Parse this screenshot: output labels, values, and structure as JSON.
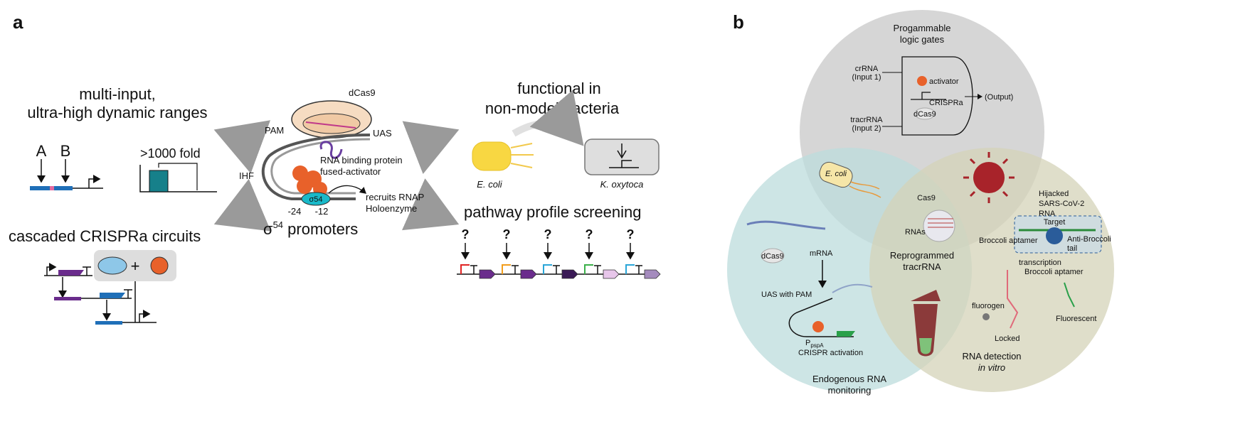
{
  "panel_a": {
    "label": "a",
    "left_top": {
      "title_line1": "multi-input,",
      "title_line2": "ultra-high dynamic ranges",
      "input_a": "A",
      "input_b": "B",
      "fold": ">1000 fold"
    },
    "left_bottom": {
      "title": "cascaded CRISPRa circuits",
      "plus": "+"
    },
    "center": {
      "dcas9": "dCas9",
      "pam": "PAM",
      "uas": "UAS",
      "ihf": "IHF",
      "rbp_line1": "RNA binding protein",
      "rbp_line2": "fused-activator",
      "sigma": "σ54",
      "recruits_line1": "recruits RNAP",
      "recruits_line2": "Holoenzyme",
      "minus24": "-24",
      "minus12": "-12",
      "promoters_sigma": "σ",
      "promoters_sup": "54",
      "promoters_text": " promoters"
    },
    "right_top": {
      "title_line1": "functional in",
      "title_line2": "non-model bacteria",
      "ecoli": "E. coli",
      "koxytoca": "K. oxytoca"
    },
    "right_bottom": {
      "title": "pathway profile screening",
      "question": "?",
      "promoter_colors": [
        "#e02424",
        "#f29d1c",
        "#2aa6d8",
        "#3bb04a",
        "#2aa6d8"
      ],
      "gene_colors": [
        "#6a2c8c",
        "#6a2c8c",
        "#3a1a55",
        "#e7c6ea",
        "#a48bbd"
      ]
    }
  },
  "panel_b": {
    "label": "b",
    "top_circle": {
      "title_line1": "Progammable",
      "title_line2": "logic gates",
      "crrna_line1": "crRNA",
      "crrna_line2": "(Input 1)",
      "tracrrna_line1": "tracrRNA",
      "tracrrna_line2": "(Input 2)",
      "activator": "activator",
      "crispra": "CRISPRa",
      "output": "(Output)",
      "dcas9": "dCas9"
    },
    "left_circle": {
      "ecoli": "E. coli",
      "dcas9": "dCas9",
      "mrna": "mRNA",
      "uas_pam": "UAS with PAM",
      "ppspa_p": "P",
      "ppspa_sub": "pspA",
      "crispr_activation": "CRISPR activation",
      "title_line1": "Endogenous RNA",
      "title_line2": "monitoring"
    },
    "center": {
      "cas9": "Cas9",
      "rnas": "RNAs",
      "reprogrammed_line1": "Reprogrammed",
      "reprogrammed_line2": "tracrRNA"
    },
    "right_circle": {
      "hijacked_line1": "Hijacked",
      "hijacked_line2": "SARS-CoV-2",
      "hijacked_line3": "RNA",
      "target": "Target",
      "broccoli_aptamer": "Broccoli aptamer",
      "anti_line1": "Anti-Broccoli",
      "anti_line2": "tail",
      "transcription": "transcription",
      "broccoli_aptamer2": "Broccoli aptamer",
      "fluorogen": "fluorogen",
      "locked": "Locked",
      "fluorescent": "Fluorescent",
      "title_line1": "RNA detection",
      "title_line2": "in vitro"
    },
    "colors": {
      "top_circle": "#cfcfcf",
      "left_circle": "#bcdcdc",
      "right_circle": "#d4d3b8",
      "virus": "#a8232a",
      "tube": "#8b3a3a"
    }
  }
}
